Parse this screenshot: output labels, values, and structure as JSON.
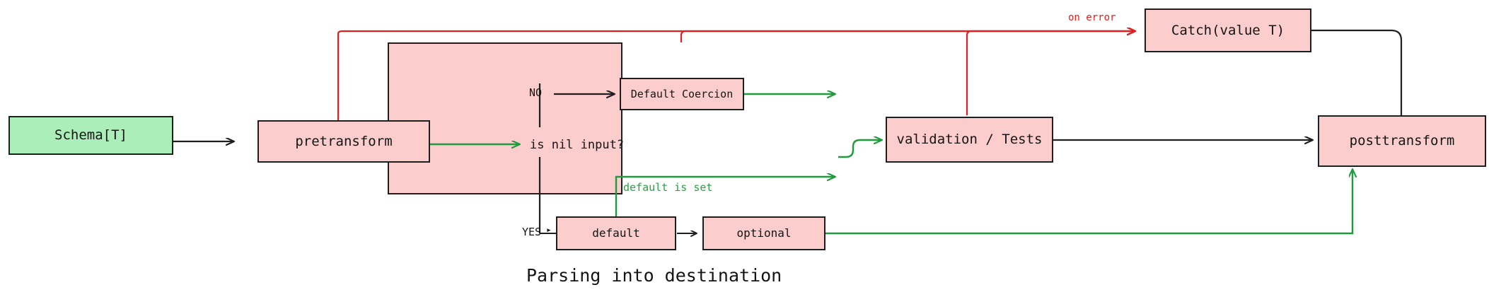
{
  "diagram": {
    "caption": "Parsing into destination",
    "colors": {
      "pink_fill": "#fbcdcd",
      "green_fill": "#abeeb9",
      "stroke": "#1f1f1f",
      "error_red": "#e02020",
      "success_green": "#2aa145"
    },
    "nodes": {
      "schema": "Schema[T]",
      "pretransform": "pretransform",
      "default_coercion": "Default Coercion",
      "decision": "is nil input?",
      "default": "default",
      "optional": "optional",
      "validation": "validation / Tests",
      "catch": "Catch(value T)",
      "posttransform": "posttransform"
    },
    "edge_labels": {
      "no": "NO",
      "yes": "YES",
      "yes_marker": "▸",
      "default_is_set": "default is set",
      "on_error": "on error"
    }
  }
}
